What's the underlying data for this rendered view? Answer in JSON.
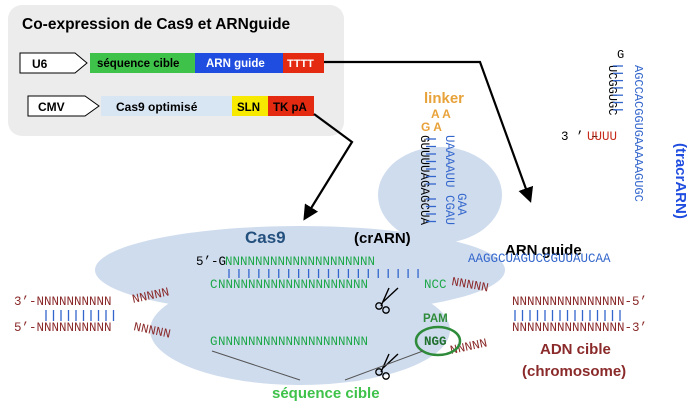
{
  "construct": {
    "title": "Co-expression de Cas9 et ARNguide",
    "row1": {
      "promoter": "U6",
      "segments": [
        {
          "label": "séquence cible",
          "color": "#3fc24a"
        },
        {
          "label": "ARN guide",
          "color": "#1f4de0"
        },
        {
          "label": "TTTT",
          "color": "#e52a12"
        }
      ]
    },
    "row2": {
      "promoter": "CMV",
      "segments": [
        {
          "label": "Cas9 optimisé",
          "color": "#d8e6f4"
        },
        {
          "label": "SLN",
          "color": "#f7ea00"
        },
        {
          "label": "TK pA",
          "color": "#e52a12"
        }
      ]
    }
  },
  "labels": {
    "cas9": "Cas9",
    "crarn": "(crARN)",
    "tracrarn": "(tracrARN)",
    "arn_guide": "ARN guide",
    "linker": "linker",
    "linker_top": "A A",
    "linker_mid": "G   A",
    "pam": "PAM",
    "adn_cible_1": "ADN cible",
    "adn_cible_2": "(chromosome)",
    "sequence_cible": "séquence cible"
  },
  "sequences": {
    "guide_5p": "5’-G",
    "guide_n": "NNNNNNNNNNNNNNNNNNNN",
    "target_c": "C",
    "target_n": "NNNNNNNNNNNNNNNNNNNN",
    "target_cc": "NCC",
    "left_top": "3’-NNNNNNNNNN",
    "left_top_wavy": "NNNNN",
    "left_bottom": "5’-NNNNNNNNNN",
    "left_bottom_wavy": "NNNNN",
    "right_top": "NNNNNNNNNNNNNNN-5’",
    "right_top_wavy": "NNNNN",
    "right_bottom": "NNNNNNNNNNNNNNN-3’",
    "right_bottom_wavy": "NNNNN",
    "nontarget_g": "G",
    "nontarget_n": "NNNNNNNNNNNNNNNNNNNN",
    "ngg": "NGG",
    "repeat_vertical": "GUUUUAGAGCUA",
    "anti_repeat_vertical": "UAAAAUU CGAU",
    "anti_repeat_tail": "GAA",
    "tracr_horizontal": "AAGGCUAGUCCGUUAUCAA",
    "tracr_vertical": "AGCCACGGUGAAAAAGUGC",
    "hairpin_left": "UCGGUGC",
    "hairpin_top": "G",
    "tracr_3p_prefix": "3 ’ –",
    "tracr_3p_u": "UUUU"
  },
  "colors": {
    "blue_seq": "#3366cc",
    "green_seq": "#1fa84a",
    "dark_red": "#8b2a2a",
    "orange": "#e8a23a",
    "cas9_text": "#24507e",
    "cas9_blob": "#cfdcee",
    "pam_circle": "#2e8b3a",
    "panel": "#ececec"
  }
}
